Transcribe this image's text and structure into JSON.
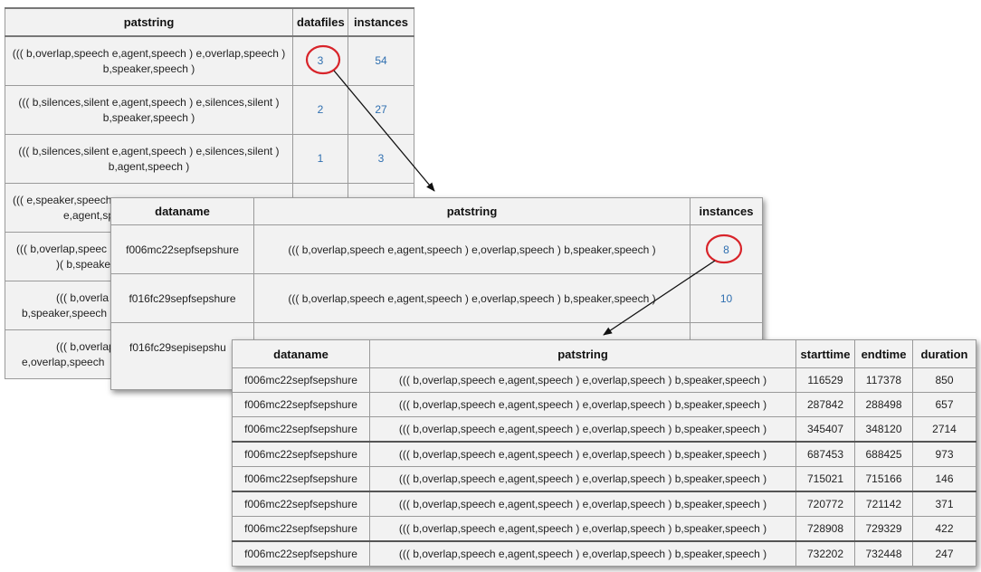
{
  "table1": {
    "headers": [
      "patstring",
      "datafiles",
      "instances"
    ],
    "rows": [
      {
        "pat1": "((( b,overlap,speech e,agent,speech ) e,overlap,speech )",
        "pat2": "b,speaker,speech )",
        "datafiles": "3",
        "instances": "54"
      },
      {
        "pat1": "((( b,silences,silent e,agent,speech ) e,silences,silent )",
        "pat2": "b,speaker,speech )",
        "datafiles": "2",
        "instances": "27"
      },
      {
        "pat1": "((( b,silences,silent e,agent,speech ) e,silences,silent )",
        "pat2": "b,agent,speech )",
        "datafiles": "1",
        "instances": "3"
      },
      {
        "pat1": "((( e,speaker,speech",
        "pat2": "e,agent,sp"
      },
      {
        "pat1": "((( b,overlap,speec",
        "pat2": ")( b,speake"
      },
      {
        "pat1": "((( b,overla",
        "pat2": "b,speaker,speech"
      },
      {
        "pat1": "((( b,overlap",
        "pat2": "e,overlap,speech"
      }
    ]
  },
  "table2": {
    "headers": [
      "dataname",
      "patstring",
      "instances"
    ],
    "rows": [
      {
        "dataname": "f006mc22sepfsepshure",
        "patstring": "((( b,overlap,speech e,agent,speech ) e,overlap,speech ) b,speaker,speech )",
        "instances": "8"
      },
      {
        "dataname": "f016fc29sepfsepshure",
        "patstring": "((( b,overlap,speech e,agent,speech ) e,overlap,speech ) b,speaker,speech )",
        "instances": "10"
      },
      {
        "dataname": "f016fc29sepisepshu",
        "patstring": "",
        "instances": ""
      }
    ]
  },
  "table3": {
    "headers": [
      "dataname",
      "patstring",
      "starttime",
      "endtime",
      "duration"
    ],
    "rows": [
      {
        "dataname": "f006mc22sepfsepshure",
        "patstring": "((( b,overlap,speech e,agent,speech ) e,overlap,speech ) b,speaker,speech )",
        "starttime": "116529",
        "endtime": "117378",
        "duration": "850"
      },
      {
        "dataname": "f006mc22sepfsepshure",
        "patstring": "((( b,overlap,speech e,agent,speech ) e,overlap,speech ) b,speaker,speech )",
        "starttime": "287842",
        "endtime": "288498",
        "duration": "657"
      },
      {
        "dataname": "f006mc22sepfsepshure",
        "patstring": "((( b,overlap,speech e,agent,speech ) e,overlap,speech ) b,speaker,speech )",
        "starttime": "345407",
        "endtime": "348120",
        "duration": "2714"
      },
      {
        "dataname": "f006mc22sepfsepshure",
        "patstring": "((( b,overlap,speech e,agent,speech ) e,overlap,speech ) b,speaker,speech )",
        "starttime": "687453",
        "endtime": "688425",
        "duration": "973"
      },
      {
        "dataname": "f006mc22sepfsepshure",
        "patstring": "((( b,overlap,speech e,agent,speech ) e,overlap,speech ) b,speaker,speech )",
        "starttime": "715021",
        "endtime": "715166",
        "duration": "146"
      },
      {
        "dataname": "f006mc22sepfsepshure",
        "patstring": "((( b,overlap,speech e,agent,speech ) e,overlap,speech ) b,speaker,speech )",
        "starttime": "720772",
        "endtime": "721142",
        "duration": "371"
      },
      {
        "dataname": "f006mc22sepfsepshure",
        "patstring": "((( b,overlap,speech e,agent,speech ) e,overlap,speech ) b,speaker,speech )",
        "starttime": "728908",
        "endtime": "729329",
        "duration": "422"
      },
      {
        "dataname": "f006mc22sepfsepshure",
        "patstring": "((( b,overlap,speech e,agent,speech ) e,overlap,speech ) b,speaker,speech )",
        "starttime": "732202",
        "endtime": "732448",
        "duration": "247"
      }
    ]
  },
  "annotations": {
    "circle_color": "#d8242a",
    "arrow_color": "#111111"
  }
}
